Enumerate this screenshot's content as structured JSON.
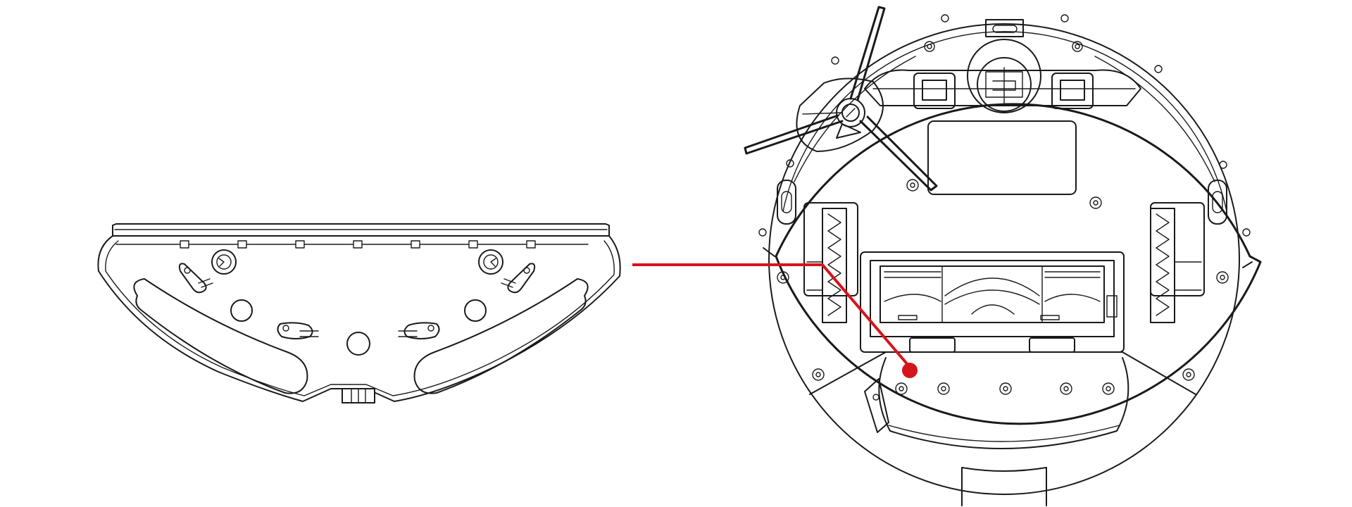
{
  "figure": {
    "left_part": "mop-bracket",
    "right_part": "robot-vacuum-underside",
    "callout_target": "mop-bracket-attachment-slot"
  },
  "colors": {
    "line": "#1a1a1a",
    "background": "#ffffff",
    "callout": "#d6141c"
  }
}
